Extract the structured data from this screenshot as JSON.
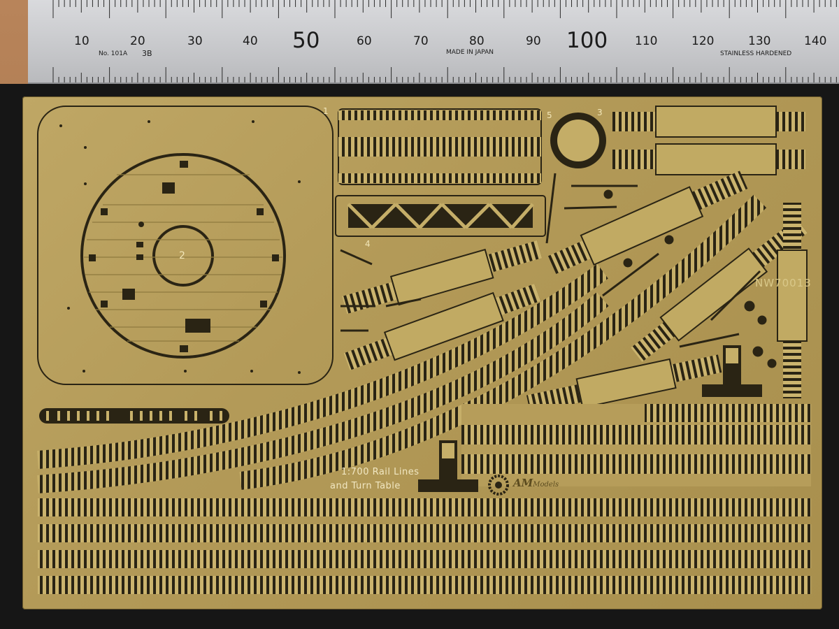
{
  "ruler": {
    "numbers": [
      "10",
      "20",
      "30",
      "40",
      "50",
      "60",
      "70",
      "80",
      "90",
      "100",
      "110",
      "120",
      "130",
      "140"
    ],
    "model": "No. 101A",
    "grade": "3B",
    "made_in": "MADE IN JAPAN",
    "material": "STAINLESS HARDENED"
  },
  "fret": {
    "product_code": "NW70013",
    "caption_line1": "1:700 Rail Lines",
    "caption_line2": "and Turn Table",
    "brand": "AM",
    "brand_sub": "Models",
    "part_numbers": [
      "1",
      "2",
      "3",
      "4",
      "5"
    ]
  },
  "colors": {
    "brass": "#b39a58",
    "etched": "#2a2414",
    "ruler": "#cfd0d3",
    "backing": "#161616"
  }
}
